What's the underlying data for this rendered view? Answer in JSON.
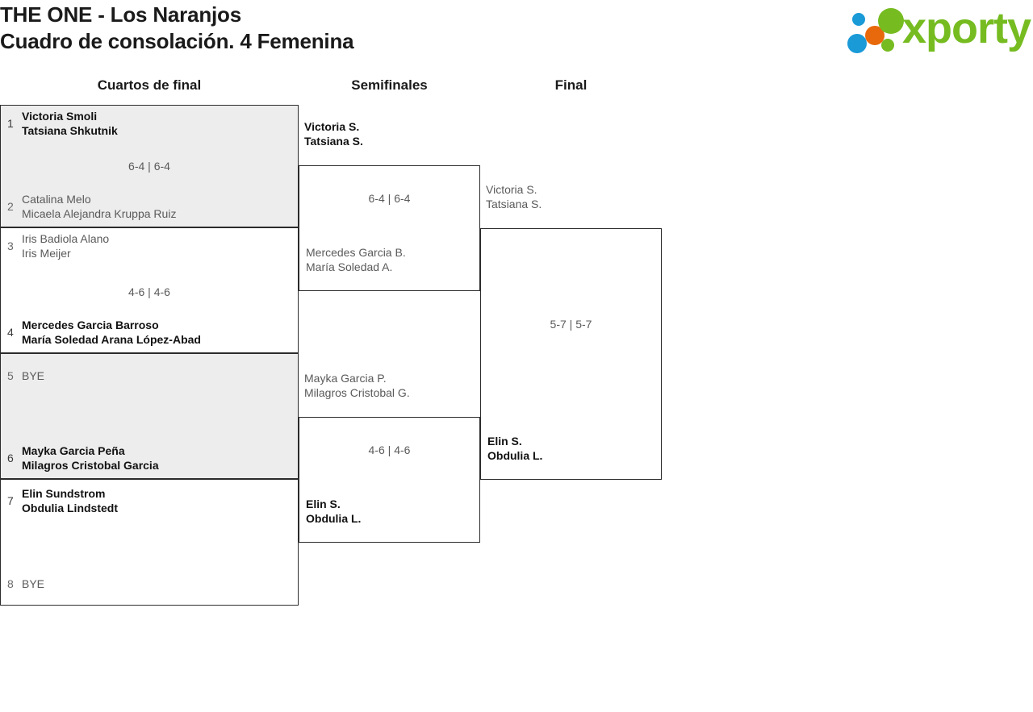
{
  "header": {
    "title_line_1": "THE ONE - Los Naranjos",
    "title_line_2": "Cuadro de consolación. 4 Femenina",
    "logo_word": "xporty",
    "logo_colors": {
      "green": "#76bc21",
      "blue": "#1a9ad7",
      "orange": "#e8690b"
    }
  },
  "rounds": [
    {
      "label": "Cuartos de final"
    },
    {
      "label": "Semifinales"
    },
    {
      "label": "Final"
    }
  ],
  "quarterfinals": [
    {
      "shaded": true,
      "top": {
        "seed": "1",
        "p1": "Victoria Smoli",
        "p2": "Tatsiana Shkutnik",
        "winner": true
      },
      "bottom": {
        "seed": "2",
        "p1": "Catalina Melo",
        "p2": "Micaela Alejandra Kruppa Ruiz",
        "winner": false
      },
      "score": "6-4 | 6-4"
    },
    {
      "shaded": false,
      "top": {
        "seed": "3",
        "p1": "Iris Badiola Alano",
        "p2": "Iris Meijer",
        "winner": false
      },
      "bottom": {
        "seed": "4",
        "p1": "Mercedes Garcia Barroso",
        "p2": "María Soledad Arana López-Abad",
        "winner": true
      },
      "score": "4-6 | 4-6"
    },
    {
      "shaded": true,
      "top": {
        "seed": "5",
        "p1": "BYE",
        "p2": "",
        "winner": false
      },
      "bottom": {
        "seed": "6",
        "p1": "Mayka Garcia Peña",
        "p2": "Milagros Cristobal Garcia",
        "winner": true
      },
      "score": ""
    },
    {
      "shaded": false,
      "top": {
        "seed": "7",
        "p1": "Elin Sundstrom",
        "p2": "Obdulia Lindstedt",
        "winner": true
      },
      "bottom": {
        "seed": "8",
        "p1": "BYE",
        "p2": "",
        "winner": false
      },
      "score": ""
    }
  ],
  "semifinals": [
    {
      "top": {
        "p1": "Victoria S.",
        "p2": "Tatsiana S.",
        "winner": true
      },
      "bottom": {
        "p1": "Mercedes Garcia B.",
        "p2": "María Soledad A.",
        "winner": false
      },
      "score": "6-4 | 6-4"
    },
    {
      "top": {
        "p1": "Mayka Garcia P.",
        "p2": "Milagros Cristobal G.",
        "winner": false
      },
      "bottom": {
        "p1": "Elin S.",
        "p2": "Obdulia L.",
        "winner": true
      },
      "score": "4-6 | 4-6"
    }
  ],
  "final": {
    "top": {
      "p1": "Victoria S.",
      "p2": "Tatsiana S.",
      "winner": false
    },
    "bottom": {
      "p1": "Elin S.",
      "p2": "Obdulia L.",
      "winner": true
    },
    "score": "5-7 | 5-7"
  }
}
